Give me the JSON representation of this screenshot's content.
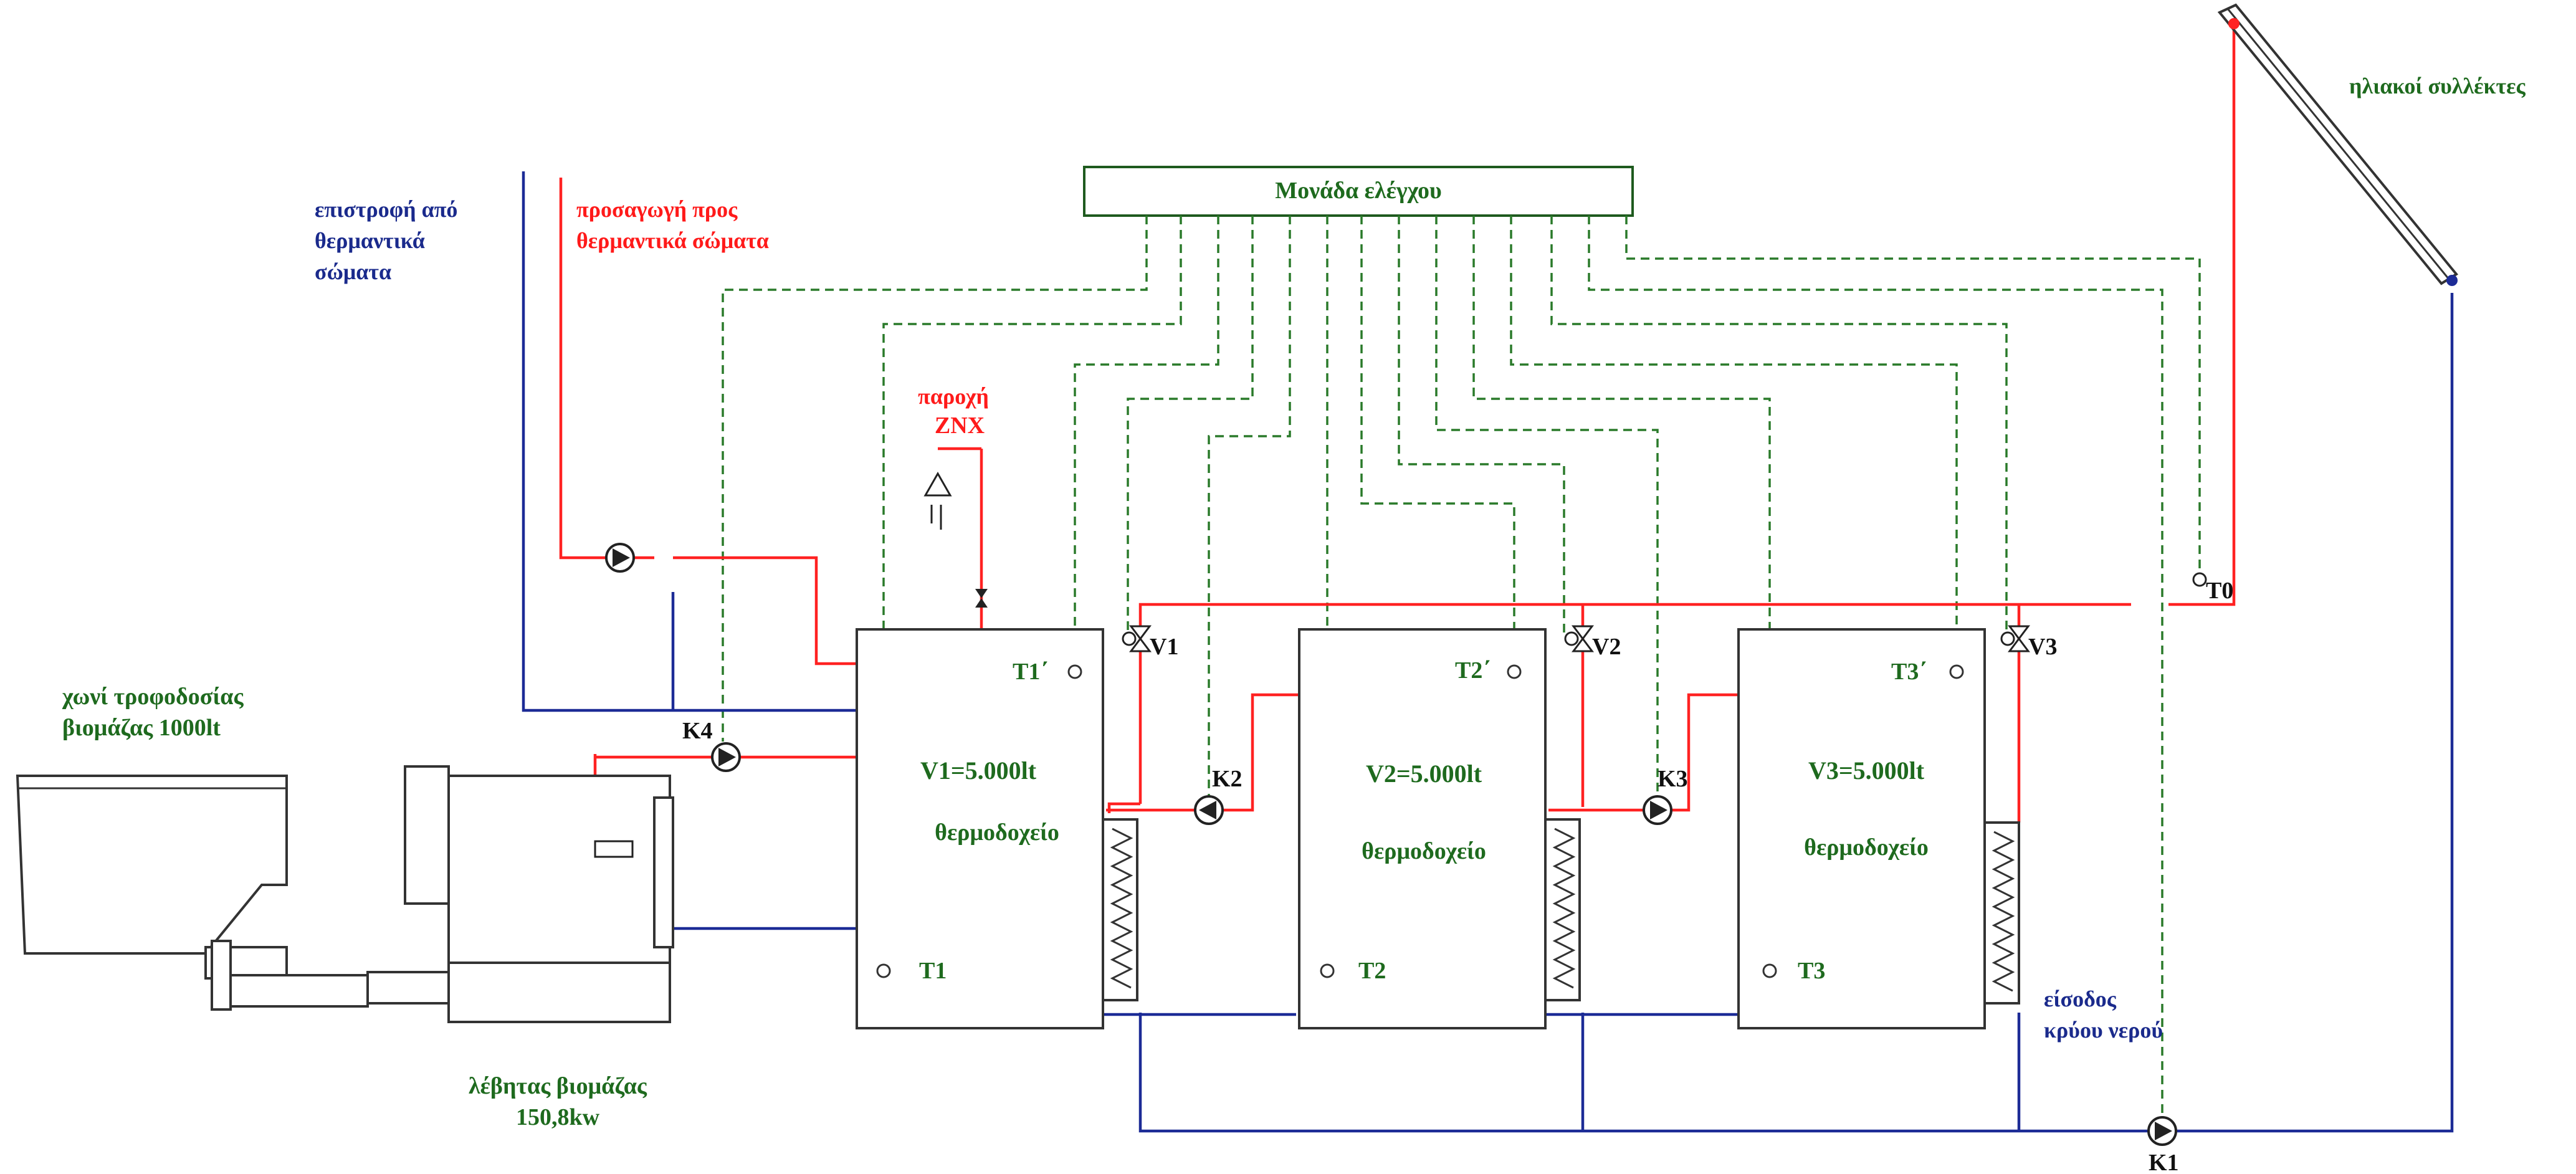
{
  "control_unit": {
    "label": "Μονάδα ελέγχου"
  },
  "labels": {
    "return_line": [
      "επιστροφή από",
      "θερμαντικά",
      "σώματα"
    ],
    "supply_line": [
      "προσαγωγή προς",
      "θερμαντικά σώματα"
    ],
    "dhw_supply": [
      "παροχή",
      "ZNX"
    ],
    "solar_collectors": "ηλιακοί συλλέκτες",
    "hopper": [
      "χωνί τροφοδοσίας",
      "βιομάζας 1000lt"
    ],
    "boiler": [
      "λέβητας βιομάζας",
      "150,8kw"
    ],
    "cold_inlet": [
      "είσοδος",
      "κρύου νερού"
    ]
  },
  "tanks": [
    {
      "title": "V1=5.000lt",
      "subtitle": "θερμοδοχείο",
      "sensor_top": "T1΄",
      "sensor_bottom": "T1"
    },
    {
      "title": "V2=5.000lt",
      "subtitle": "θερμοδοχείο",
      "sensor_top": "T2΄",
      "sensor_bottom": "T2"
    },
    {
      "title": "V3=5.000lt",
      "subtitle": "θερμοδοχείο",
      "sensor_top": "T3΄",
      "sensor_bottom": "T3"
    }
  ],
  "pumps": {
    "k1": "K1",
    "k2": "K2",
    "k3": "K3",
    "k4": "K4"
  },
  "valves": {
    "v1": "V1",
    "v2": "V2",
    "v3": "V3"
  },
  "sensors": {
    "t0": "T0"
  },
  "colors": {
    "hot": "#ff2222",
    "cold": "#1c2b96",
    "control": "#2a7a2a",
    "labels": "#1e6a1e"
  }
}
